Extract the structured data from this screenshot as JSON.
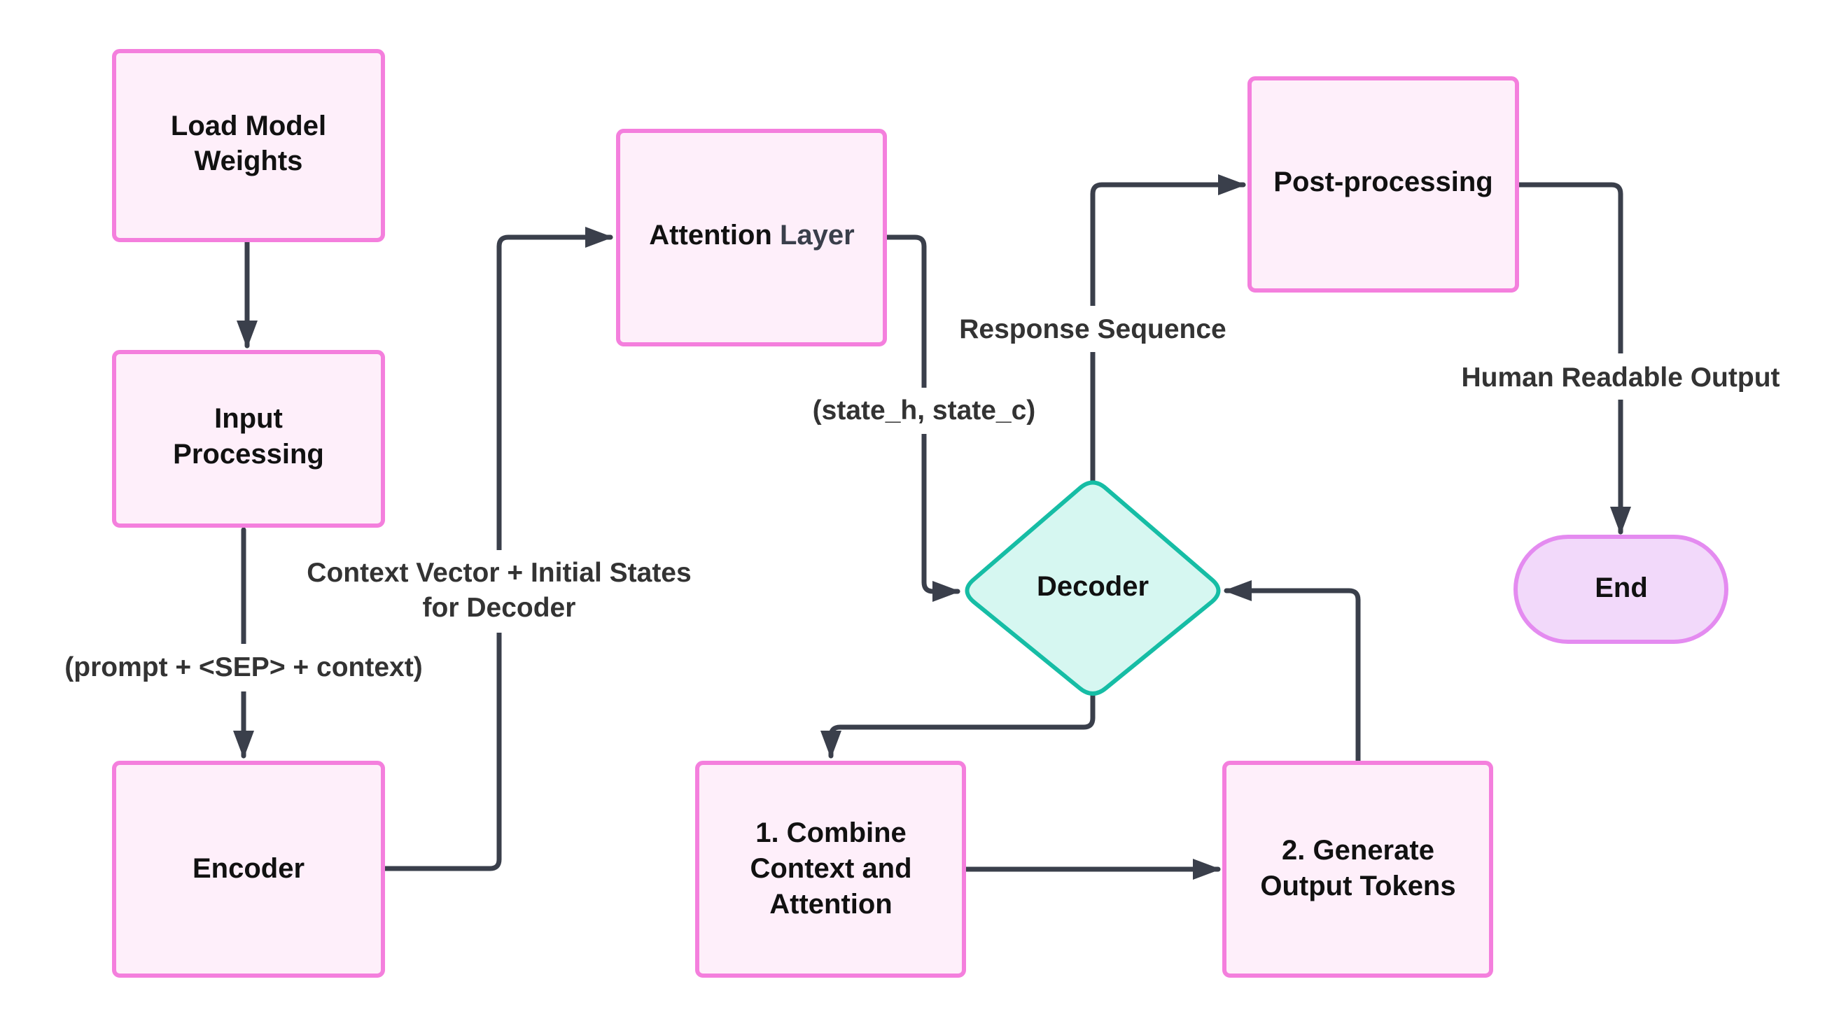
{
  "colors": {
    "box_fill": "#FEEFFA",
    "box_stroke": "#F47FDD",
    "decision_fill": "#D6F7F1",
    "decision_stroke": "#16BDA5",
    "terminal_fill": "#F2D9FA",
    "terminal_stroke": "#E48BF0",
    "edge": "#3A3F4B",
    "label_bg": "#FFFFFF"
  },
  "nodes": {
    "load_weights": {
      "line1": "Load Model",
      "line2": "Weights"
    },
    "input_processing": {
      "line1": "Input",
      "line2": "Processing"
    },
    "encoder": {
      "label": "Encoder"
    },
    "attention": {
      "part1": "Attention",
      "part2": "Layer"
    },
    "decoder": {
      "label": "Decoder"
    },
    "combine": {
      "line1": "1. Combine",
      "line2": "Context and",
      "line3": "Attention"
    },
    "generate": {
      "line1": "2. Generate",
      "line2": "Output Tokens"
    },
    "post_processing": {
      "label": "Post-processing"
    },
    "end": {
      "label": "End"
    }
  },
  "edges": {
    "input_to_encoder": "(prompt + <SEP> + context)",
    "encoder_to_attention": {
      "line1": "Context Vector + Initial States",
      "line2": "for Decoder"
    },
    "attention_to_decoder": "(state_h, state_c)",
    "decoder_to_post": "Response Sequence",
    "post_to_end": "Human Readable Output"
  }
}
